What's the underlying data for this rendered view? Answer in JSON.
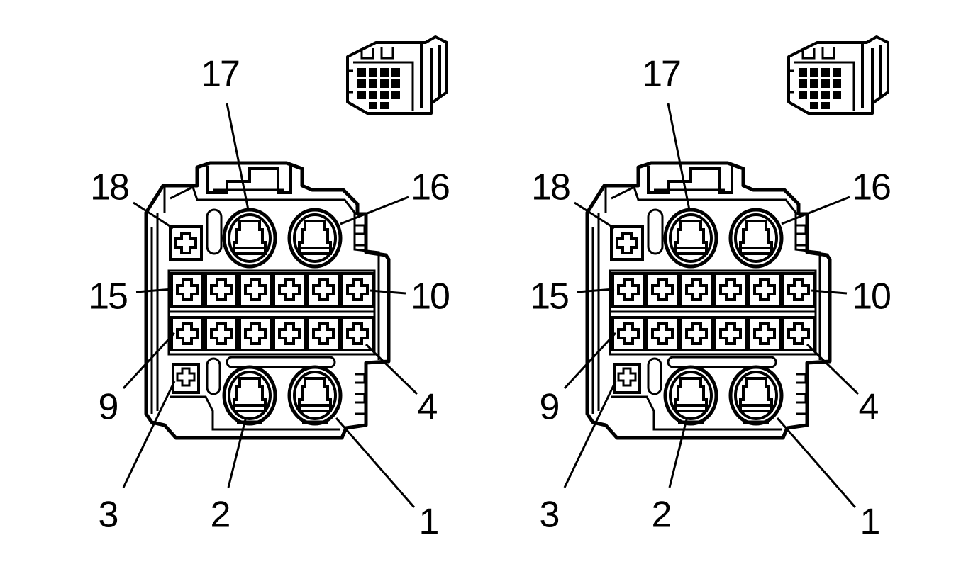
{
  "colors": {
    "line": "#000000",
    "background": "#ffffff"
  },
  "icons": {
    "connector_thumbnail": "connector-3d-icon",
    "terminal_cavity": "cross-cavity-icon"
  },
  "views": [
    {
      "pins": {
        "p17": "17",
        "p18": "18",
        "p16": "16",
        "p15": "15",
        "p10": "10",
        "p9": "9",
        "p4": "4",
        "p3": "3",
        "p2": "2",
        "p1": "1"
      }
    },
    {
      "pins": {
        "p17": "17",
        "p18": "18",
        "p16": "16",
        "p15": "15",
        "p10": "10",
        "p9": "9",
        "p4": "4",
        "p3": "3",
        "p2": "2",
        "p1": "1"
      }
    }
  ]
}
